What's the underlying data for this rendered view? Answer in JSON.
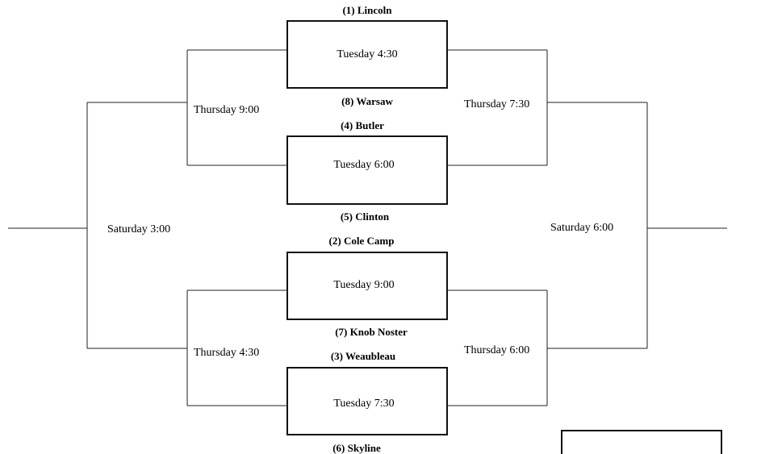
{
  "games": [
    {
      "top_team": "(1)  Lincoln",
      "time": "Tuesday 4:30",
      "bottom_team": "(8)  Warsaw"
    },
    {
      "top_team": "(4)  Butler",
      "time": "Tuesday 6:00",
      "bottom_team": "(5)  Clinton"
    },
    {
      "top_team": "(2)  Cole Camp",
      "time": "Tuesday 9:00",
      "bottom_team": "(7)  Knob Noster"
    },
    {
      "top_team": "(3)  Weaubleau",
      "time": "Tuesday 7:30",
      "bottom_team": "(6)  Skyline"
    }
  ],
  "left_side": {
    "upper_semi": "Thursday 9:00",
    "lower_semi": "Thursday 4:30",
    "final": "Saturday 3:00"
  },
  "right_side": {
    "upper_semi": "Thursday 7:30",
    "lower_semi": "Thursday 6:00",
    "final": "Saturday 6:00"
  }
}
